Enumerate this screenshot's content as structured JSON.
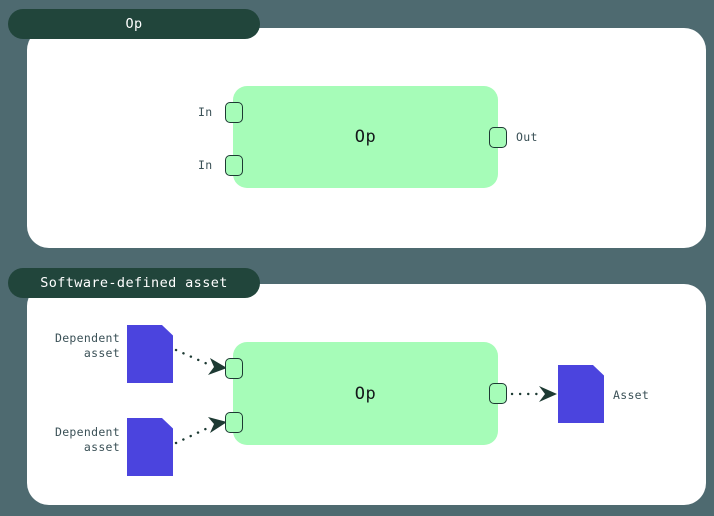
{
  "theme": {
    "background": "#4e6a70",
    "panel_background": "#ffffff",
    "tab_background": "#21453b",
    "tab_text": "#ffffff",
    "op_box_fill": "#a6fcb8",
    "port_border": "#1d3a33",
    "asset_fill": "#4b44de",
    "label_text": "#3b5157",
    "connector": "#1d3a33"
  },
  "panels": [
    {
      "id": "op",
      "tab_label": "Op",
      "op_label": "Op",
      "inputs": [
        {
          "label": "In"
        },
        {
          "label": "In"
        }
      ],
      "outputs": [
        {
          "label": "Out"
        }
      ]
    },
    {
      "id": "software-defined-asset",
      "tab_label": "Software-defined asset",
      "op_label": "Op",
      "inputs": [
        {
          "label": "Dependent\nasset"
        },
        {
          "label": "Dependent\nasset"
        }
      ],
      "outputs": [
        {
          "label": "Asset"
        }
      ]
    }
  ],
  "icons": {
    "asset": "asset-document-icon",
    "port": "port-square-icon",
    "arrow": "dotted-arrow-icon"
  }
}
